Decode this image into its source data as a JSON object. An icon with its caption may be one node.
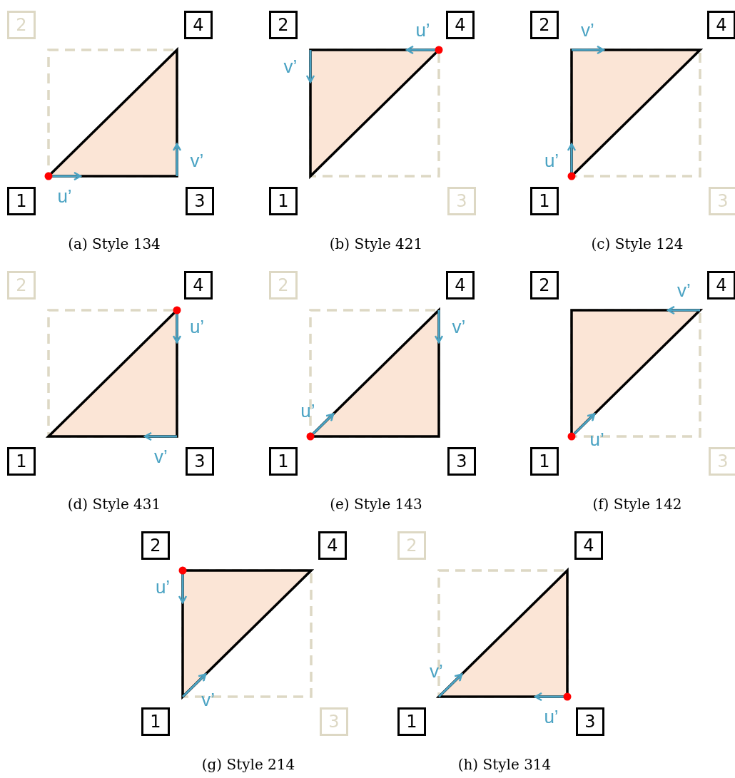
{
  "diagram": {
    "nodes": [
      {
        "text": [
          "2"
        ]
      },
      {
        "text": [
          "4"
        ]
      },
      {
        "text": [
          "1"
        ]
      },
      {
        "text": [
          "3"
        ]
      },
      {
        "text": [
          "2"
        ]
      },
      {
        "text": [
          "4"
        ]
      },
      {
        "text": [
          "1"
        ]
      },
      {
        "text": [
          "3"
        ]
      },
      {
        "text": [
          "2"
        ]
      },
      {
        "text": [
          "4"
        ]
      },
      {
        "text": [
          "1"
        ]
      },
      {
        "text": [
          "3"
        ]
      },
      {
        "text": [
          "2"
        ]
      },
      {
        "text": [
          "4"
        ]
      },
      {
        "text": [
          "1"
        ]
      },
      {
        "text": [
          "3"
        ]
      },
      {
        "text": [
          "2"
        ]
      },
      {
        "text": [
          "4"
        ]
      },
      {
        "text": [
          "1"
        ]
      },
      {
        "text": [
          "3"
        ]
      },
      {
        "text": [
          "2"
        ]
      },
      {
        "text": [
          "4"
        ]
      },
      {
        "text": [
          "1"
        ]
      },
      {
        "text": [
          "3"
        ]
      },
      {
        "text": [
          "2"
        ]
      },
      {
        "text": [
          "4"
        ]
      },
      {
        "text": [
          "1"
        ]
      },
      {
        "text": [
          "3"
        ]
      },
      {
        "text": [
          "2"
        ]
      },
      {
        "text": [
          "4"
        ]
      },
      {
        "text": [
          "1"
        ]
      },
      {
        "text": [
          "3"
        ]
      }
    ],
    "labels": [
      "u’",
      "v’",
      "(a) Style 134",
      "u’",
      "v’",
      "(b) Style 421",
      "u’",
      "v’",
      "(c) Style 124",
      "u’",
      "v’",
      "(d) Style 431",
      "u’",
      "v’",
      "(e) Style 143",
      "u’",
      "v’",
      "(f) Style 142",
      "u’",
      "v’",
      "(g) Style 214",
      "u’",
      "v’",
      "(h) Style 314"
    ]
  }
}
